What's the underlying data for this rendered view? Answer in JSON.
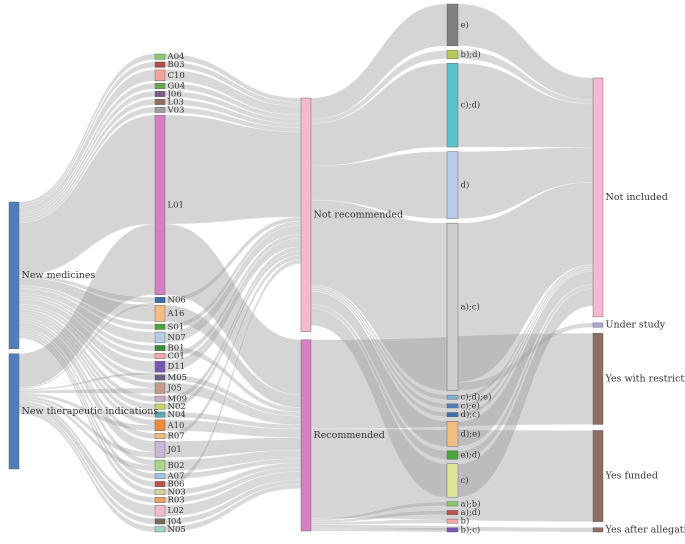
{
  "chart_data": {
    "type": "sankey",
    "columns": [
      [
        "New medicines",
        "New therapeutic indications"
      ],
      [
        "A04",
        "B03",
        "C10",
        "G04",
        "J06",
        "L03",
        "V03",
        "L01",
        "N06",
        "A16",
        "S01",
        "N07",
        "B01",
        "C01",
        "D11",
        "M05",
        "J05",
        "M09",
        "N02",
        "N04",
        "A10",
        "R07",
        "J01",
        "B02",
        "A07",
        "B06",
        "N03",
        "R03",
        "L02",
        "J04",
        "N05"
      ],
      [
        "Not recommended",
        "Recommended"
      ],
      [
        "e)",
        "b);d)",
        "c);d)",
        "d)",
        "a);c)",
        "c);d);e)",
        "c);e)",
        "d);c)",
        "d);e)",
        "e);d)",
        "c)",
        "a);b)",
        "a);d)",
        "b)",
        "b);c)"
      ],
      [
        "Not included",
        "Under study",
        "Yes with restrictions",
        "Yes funded",
        "Yes after allegations"
      ]
    ],
    "nodes": [
      {
        "id": "New medicines",
        "value": 56,
        "color": "#4f7fb8"
      },
      {
        "id": "New therapeutic indications",
        "value": 44,
        "color": "#4f7fb8"
      },
      {
        "id": "A04",
        "value": 1,
        "color": "#8cc870"
      },
      {
        "id": "B03",
        "value": 1,
        "color": "#b34a4a"
      },
      {
        "id": "C10",
        "value": 2,
        "color": "#f2a59e"
      },
      {
        "id": "G04",
        "value": 1,
        "color": "#6aa84f"
      },
      {
        "id": "J06",
        "value": 1,
        "color": "#7a5c8a"
      },
      {
        "id": "L03",
        "value": 1,
        "color": "#8d6e63"
      },
      {
        "id": "V03",
        "value": 1,
        "color": "#9e9e9e"
      },
      {
        "id": "L01",
        "value": 33,
        "color": "#d77fc3"
      },
      {
        "id": "N06",
        "value": 1,
        "color": "#3e6ea8"
      },
      {
        "id": "A16",
        "value": 3,
        "color": "#f3bc83"
      },
      {
        "id": "S01",
        "value": 1,
        "color": "#4aa33a"
      },
      {
        "id": "N07",
        "value": 2,
        "color": "#b8cce8"
      },
      {
        "id": "B01",
        "value": 1,
        "color": "#3a8f3a"
      },
      {
        "id": "C01",
        "value": 1,
        "color": "#f5a8a8"
      },
      {
        "id": "D11",
        "value": 2,
        "color": "#7b55b3"
      },
      {
        "id": "M05",
        "value": 1,
        "color": "#6a5f8a"
      },
      {
        "id": "J05",
        "value": 2,
        "color": "#c49b8b"
      },
      {
        "id": "M09",
        "value": 1,
        "color": "#cfa9c8"
      },
      {
        "id": "N02",
        "value": 1,
        "color": "#c8d36a"
      },
      {
        "id": "N04",
        "value": 1,
        "color": "#5aa8b8"
      },
      {
        "id": "A10",
        "value": 2,
        "color": "#ef8a3a"
      },
      {
        "id": "R07",
        "value": 1,
        "color": "#f0b87a"
      },
      {
        "id": "J01",
        "value": 3,
        "color": "#cbb8d8"
      },
      {
        "id": "B02",
        "value": 2,
        "color": "#a6d58b"
      },
      {
        "id": "A07",
        "value": 1,
        "color": "#9ec3e6"
      },
      {
        "id": "B06",
        "value": 1,
        "color": "#c0504d"
      },
      {
        "id": "N03",
        "value": 1,
        "color": "#d6d2a0"
      },
      {
        "id": "R03",
        "value": 1,
        "color": "#f0a060"
      },
      {
        "id": "L02",
        "value": 2,
        "color": "#f4b8d2"
      },
      {
        "id": "J04",
        "value": 1,
        "color": "#7a6a5a"
      },
      {
        "id": "N05",
        "value": 1,
        "color": "#9fd3cc"
      },
      {
        "id": "Not recommended",
        "value": 55,
        "color": "#f4b8d2"
      },
      {
        "id": "Recommended",
        "value": 45,
        "color": "#d77fc3"
      },
      {
        "id": "e)",
        "value": 5,
        "color": "#7f7f7f"
      },
      {
        "id": "b);d)",
        "value": 1,
        "color": "#b8c95a"
      },
      {
        "id": "c);d)",
        "value": 10,
        "color": "#5bc0d0"
      },
      {
        "id": "d)",
        "value": 8,
        "color": "#b8cce8"
      },
      {
        "id": "a);c)",
        "value": 20,
        "color": "#cfcfcf"
      },
      {
        "id": "c);d);e)",
        "value": 0.5,
        "color": "#7fb3d5"
      },
      {
        "id": "c);e)",
        "value": 0.5,
        "color": "#4f7fb8"
      },
      {
        "id": "d);c)",
        "value": 0.5,
        "color": "#3e6ea8"
      },
      {
        "id": "d);e)",
        "value": 3,
        "color": "#f3bc83"
      },
      {
        "id": "e);d)",
        "value": 1,
        "color": "#4aa33a"
      },
      {
        "id": "c)",
        "value": 4,
        "color": "#dde39a"
      },
      {
        "id": "a);b)",
        "value": 0.5,
        "color": "#8cc870"
      },
      {
        "id": "a);d)",
        "value": 0.5,
        "color": "#c0504d"
      },
      {
        "id": "b)",
        "value": 0.5,
        "color": "#f5a8a8"
      },
      {
        "id": "b);c)",
        "value": 0.5,
        "color": "#7b55b3"
      },
      {
        "id": "Not included",
        "value": 55,
        "color": "#f4b8d2"
      },
      {
        "id": "Under study",
        "value": 1,
        "color": "#a9a9d8"
      },
      {
        "id": "Yes with restrictions",
        "value": 21,
        "color": "#8d6e63"
      },
      {
        "id": "Yes funded",
        "value": 21,
        "color": "#8d6e63"
      },
      {
        "id": "Yes after allegations",
        "value": 1,
        "color": "#8d6e63"
      }
    ],
    "links": [
      {
        "source": "New medicines",
        "target": "L01",
        "value": 20
      },
      {
        "source": "New therapeutic indications",
        "target": "L01",
        "value": 13
      },
      {
        "source": "New medicines",
        "target": "A04",
        "value": 1
      },
      {
        "source": "New medicines",
        "target": "B03",
        "value": 1
      },
      {
        "source": "New medicines",
        "target": "C10",
        "value": 2
      },
      {
        "source": "New medicines",
        "target": "G04",
        "value": 1
      },
      {
        "source": "New medicines",
        "target": "J06",
        "value": 1
      },
      {
        "source": "New medicines",
        "target": "L03",
        "value": 1
      },
      {
        "source": "New medicines",
        "target": "V03",
        "value": 1
      },
      {
        "source": "New medicines",
        "target": "N06",
        "value": 1
      },
      {
        "source": "New medicines",
        "target": "A16",
        "value": 3
      },
      {
        "source": "New medicines",
        "target": "S01",
        "value": 1
      },
      {
        "source": "New medicines",
        "target": "N07",
        "value": 2
      },
      {
        "source": "New medicines",
        "target": "B01",
        "value": 1
      },
      {
        "source": "New medicines",
        "target": "C01",
        "value": 1
      },
      {
        "source": "New medicines",
        "target": "D11",
        "value": 2
      },
      {
        "source": "New medicines",
        "target": "M05",
        "value": 1
      },
      {
        "source": "New medicines",
        "target": "J05",
        "value": 1
      },
      {
        "source": "New medicines",
        "target": "M09",
        "value": 1
      },
      {
        "source": "New medicines",
        "target": "N02",
        "value": 1
      },
      {
        "source": "New medicines",
        "target": "N04",
        "value": 1
      },
      {
        "source": "New medicines",
        "target": "A10",
        "value": 1
      },
      {
        "source": "New medicines",
        "target": "R07",
        "value": 1
      },
      {
        "source": "New medicines",
        "target": "J01",
        "value": 2
      },
      {
        "source": "New medicines",
        "target": "B02",
        "value": 1
      },
      {
        "source": "New medicines",
        "target": "A07",
        "value": 1
      },
      {
        "source": "New medicines",
        "target": "B06",
        "value": 1
      },
      {
        "source": "New medicines",
        "target": "N03",
        "value": 1
      },
      {
        "source": "New therapeutic indications",
        "target": "J05",
        "value": 1
      },
      {
        "source": "New therapeutic indications",
        "target": "A10",
        "value": 1
      },
      {
        "source": "New therapeutic indications",
        "target": "J01",
        "value": 1
      },
      {
        "source": "New therapeutic indications",
        "target": "B02",
        "value": 1
      },
      {
        "source": "New therapeutic indications",
        "target": "R03",
        "value": 1
      },
      {
        "source": "New therapeutic indications",
        "target": "L02",
        "value": 2
      },
      {
        "source": "New therapeutic indications",
        "target": "J04",
        "value": 1
      },
      {
        "source": "New therapeutic indications",
        "target": "N05",
        "value": 1
      },
      {
        "source": "New therapeutic indications",
        "target": "N06",
        "value": 0.5
      },
      {
        "source": "New therapeutic indications",
        "target": "D11",
        "value": 0.5
      },
      {
        "source": "L01",
        "target": "Not recommended",
        "value": 20
      },
      {
        "source": "L01",
        "target": "Recommended",
        "value": 13
      },
      {
        "source": "A04",
        "target": "Not recommended",
        "value": 1
      },
      {
        "source": "B03",
        "target": "Not recommended",
        "value": 1
      },
      {
        "source": "C10",
        "target": "Not recommended",
        "value": 2
      },
      {
        "source": "G04",
        "target": "Not recommended",
        "value": 1
      },
      {
        "source": "J06",
        "target": "Not recommended",
        "value": 1
      },
      {
        "source": "L03",
        "target": "Not recommended",
        "value": 1
      },
      {
        "source": "V03",
        "target": "Not recommended",
        "value": 1
      },
      {
        "source": "N06",
        "target": "Not recommended",
        "value": 1
      },
      {
        "source": "A16",
        "target": "Recommended",
        "value": 3
      },
      {
        "source": "S01",
        "target": "Not recommended",
        "value": 1
      },
      {
        "source": "N07",
        "target": "Not recommended",
        "value": 2
      },
      {
        "source": "B01",
        "target": "Recommended",
        "value": 1
      },
      {
        "source": "C01",
        "target": "Not recommended",
        "value": 1
      },
      {
        "source": "D11",
        "target": "Not recommended",
        "value": 2
      },
      {
        "source": "M05",
        "target": "Recommended",
        "value": 1
      },
      {
        "source": "J05",
        "target": "Recommended",
        "value": 2
      },
      {
        "source": "M09",
        "target": "Not recommended",
        "value": 1
      },
      {
        "source": "N02",
        "target": "Not recommended",
        "value": 1
      },
      {
        "source": "N04",
        "target": "Recommended",
        "value": 1
      },
      {
        "source": "A10",
        "target": "Recommended",
        "value": 2
      },
      {
        "source": "R07",
        "target": "Not recommended",
        "value": 1
      },
      {
        "source": "J01",
        "target": "Recommended",
        "value": 3
      },
      {
        "source": "B02",
        "target": "Recommended",
        "value": 2
      },
      {
        "source": "A07",
        "target": "Recommended",
        "value": 1
      },
      {
        "source": "B06",
        "target": "Not recommended",
        "value": 1
      },
      {
        "source": "N03",
        "target": "Recommended",
        "value": 1
      },
      {
        "source": "R03",
        "target": "Recommended",
        "value": 1
      },
      {
        "source": "L02",
        "target": "Recommended",
        "value": 2
      },
      {
        "source": "J04",
        "target": "Recommended",
        "value": 1
      },
      {
        "source": "N05",
        "target": "Recommended",
        "value": 1
      },
      {
        "source": "Not recommended",
        "target": "e)",
        "value": 5
      },
      {
        "source": "Not recommended",
        "target": "b);d)",
        "value": 1
      },
      {
        "source": "Not recommended",
        "target": "c);d)",
        "value": 10
      },
      {
        "source": "Not recommended",
        "target": "d)",
        "value": 8
      },
      {
        "source": "Not recommended",
        "target": "a);c)",
        "value": 20
      },
      {
        "source": "Not recommended",
        "target": "d);e)",
        "value": 3
      },
      {
        "source": "Not recommended",
        "target": "e);d)",
        "value": 1
      },
      {
        "source": "Not recommended",
        "target": "c)",
        "value": 4
      },
      {
        "source": "Not recommended",
        "target": "c);d);e)",
        "value": 0.5
      },
      {
        "source": "Not recommended",
        "target": "c);e)",
        "value": 0.5
      },
      {
        "source": "Not recommended",
        "target": "d);c)",
        "value": 0.5
      },
      {
        "source": "Recommended",
        "target": "a);b)",
        "value": 0.5
      },
      {
        "source": "Recommended",
        "target": "a);d)",
        "value": 0.5
      },
      {
        "source": "Recommended",
        "target": "b)",
        "value": 0.5
      },
      {
        "source": "Recommended",
        "target": "b);c)",
        "value": 0.5
      },
      {
        "source": "Recommended",
        "target": "Yes funded",
        "value": 21
      },
      {
        "source": "Recommended",
        "target": "Yes with restrictions",
        "value": 21
      },
      {
        "source": "Recommended",
        "target": "Yes after allegations",
        "value": 1
      },
      {
        "source": "e)",
        "target": "Not included",
        "value": 5
      },
      {
        "source": "b);d)",
        "target": "Not included",
        "value": 1
      },
      {
        "source": "c);d)",
        "target": "Not included",
        "value": 10
      },
      {
        "source": "d)",
        "target": "Not included",
        "value": 8
      },
      {
        "source": "a);c)",
        "target": "Not included",
        "value": 19
      },
      {
        "source": "a);c)",
        "target": "Under study",
        "value": 1
      },
      {
        "source": "d);e)",
        "target": "Not included",
        "value": 3
      },
      {
        "source": "e);d)",
        "target": "Not included",
        "value": 1
      },
      {
        "source": "c)",
        "target": "Not included",
        "value": 4
      },
      {
        "source": "c);d);e)",
        "target": "Not included",
        "value": 0.5
      },
      {
        "source": "c);e)",
        "target": "Not included",
        "value": 0.5
      },
      {
        "source": "d);c)",
        "target": "Not included",
        "value": 0.5
      }
    ]
  }
}
